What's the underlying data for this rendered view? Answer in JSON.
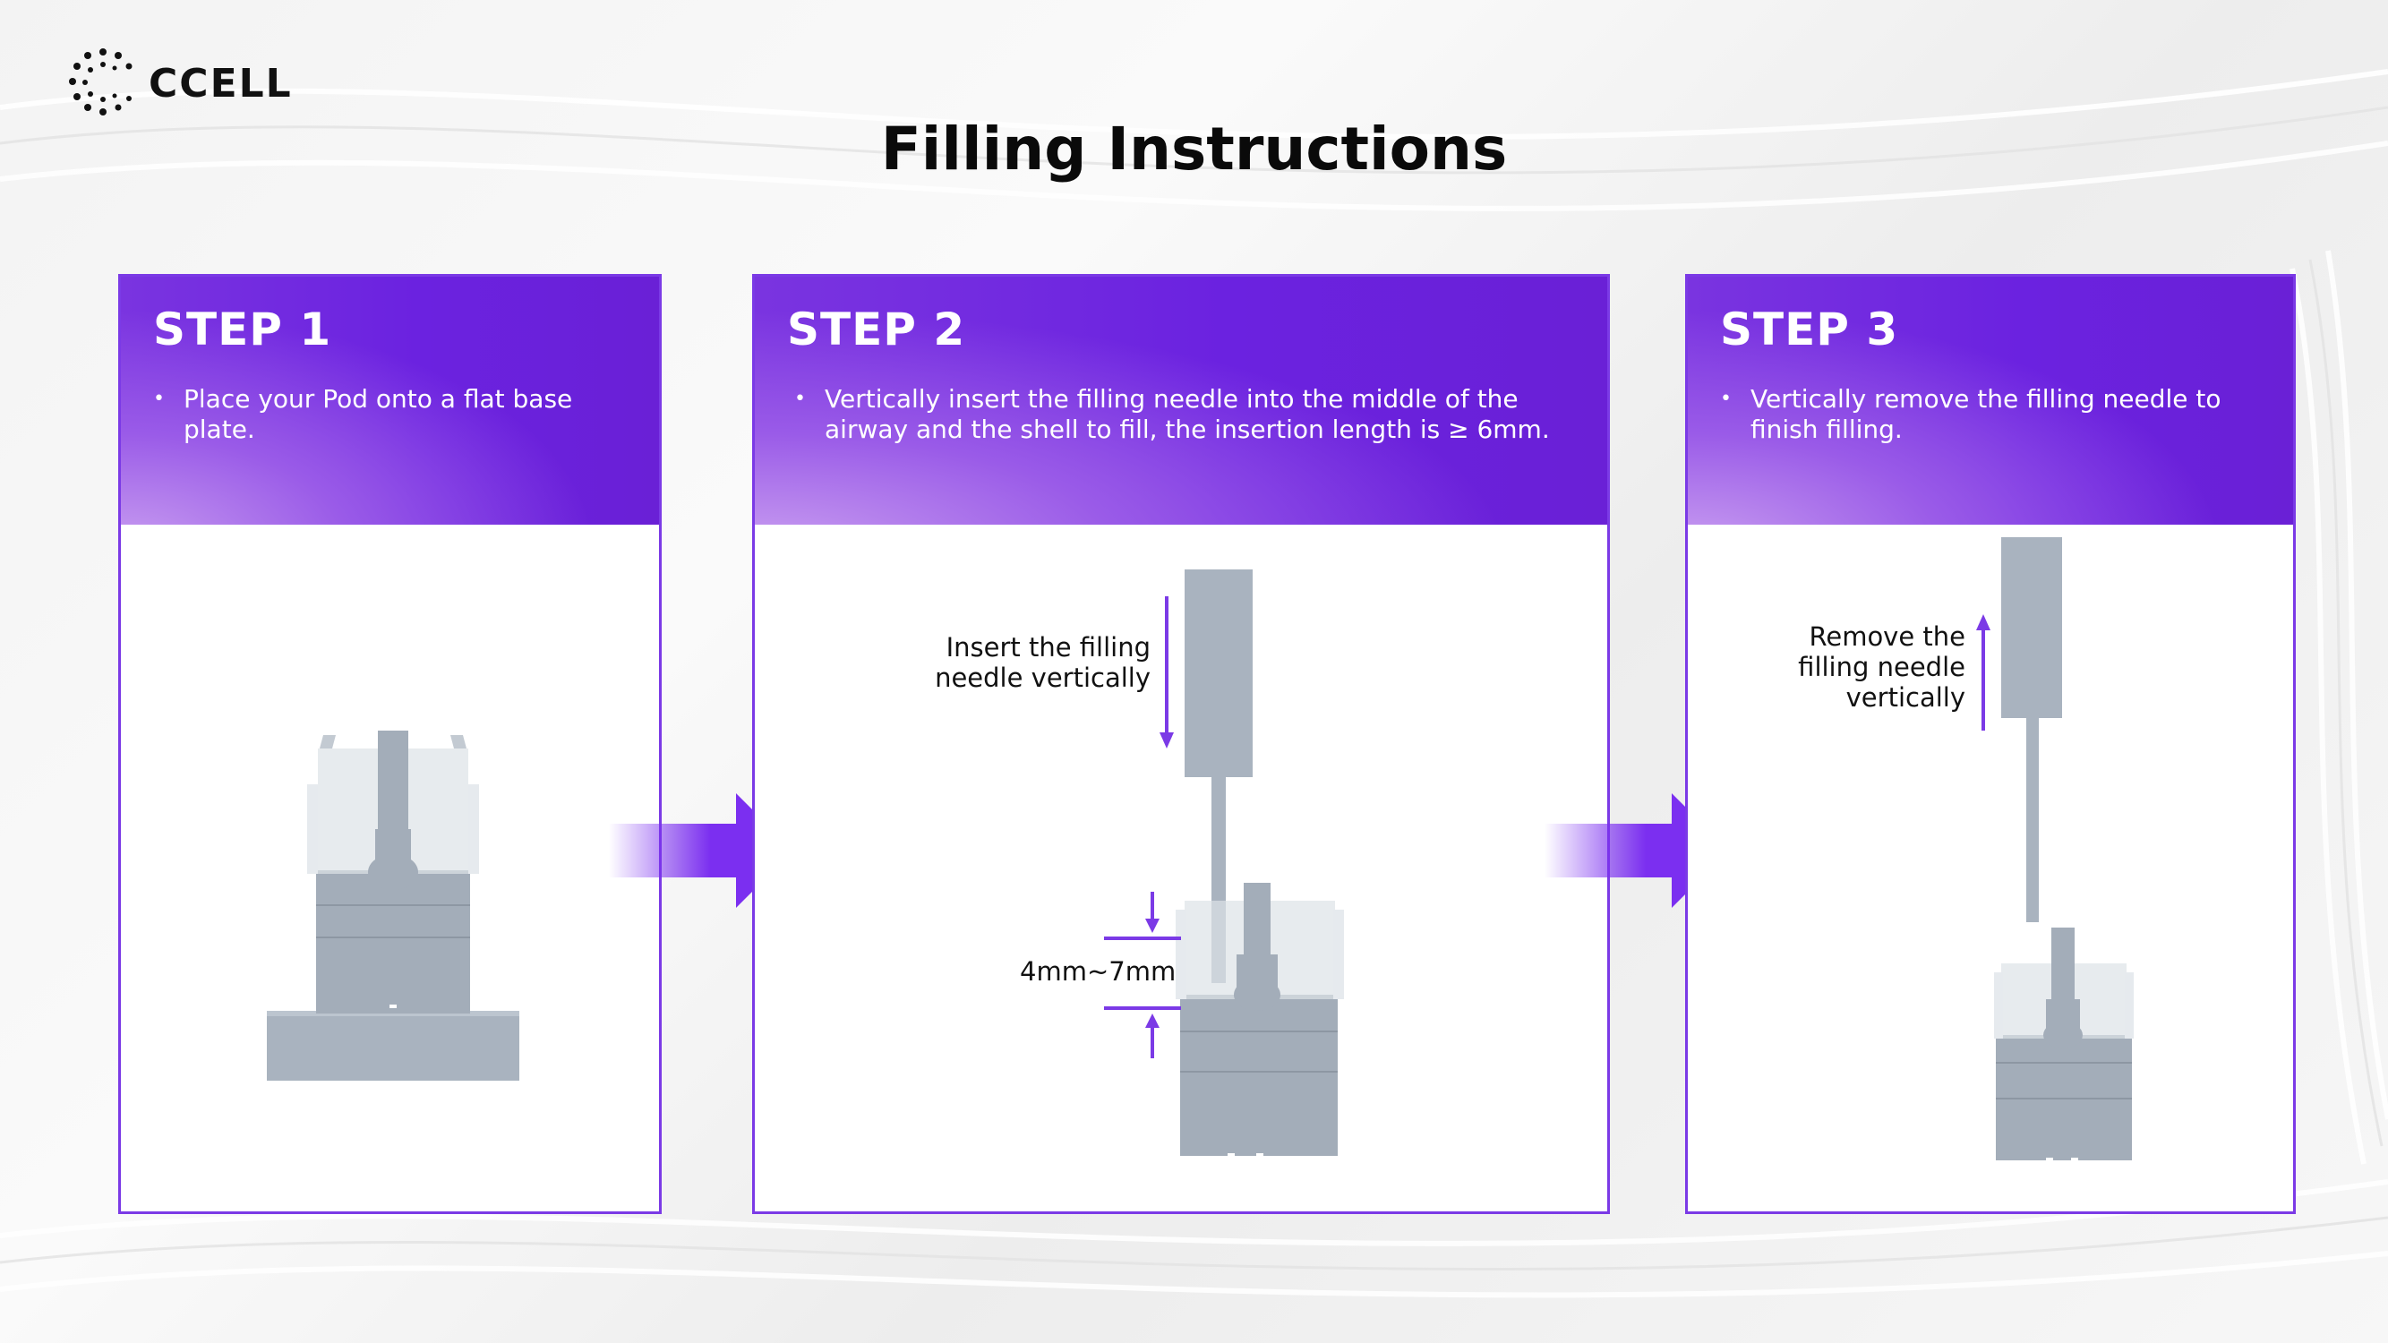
{
  "brand": {
    "logo_text": "CCELL"
  },
  "page": {
    "title": "Filling Instructions"
  },
  "steps": [
    {
      "title": "STEP 1",
      "description": "Place your Pod onto a flat base plate."
    },
    {
      "title": "STEP 2",
      "description": "Vertically insert the filling needle into the middle of the airway and the shell to fill, the insertion length is ≥ 6mm.",
      "callout_insert": "Insert the filling needle vertically",
      "callout_depth": "4mm~7mm"
    },
    {
      "title": "STEP 3",
      "description": "Vertically remove the filling needle to finish filling.",
      "callout_remove": "Remove the filling needle vertically"
    }
  ],
  "colors": {
    "accent": "#7b3ae6",
    "device": "#a9b3bf",
    "device_dark": "#8f99a6",
    "text": "#111111"
  },
  "icons": [
    "bullet-icon",
    "next-step-arrow-icon",
    "down-arrow-icon",
    "up-arrow-icon"
  ]
}
